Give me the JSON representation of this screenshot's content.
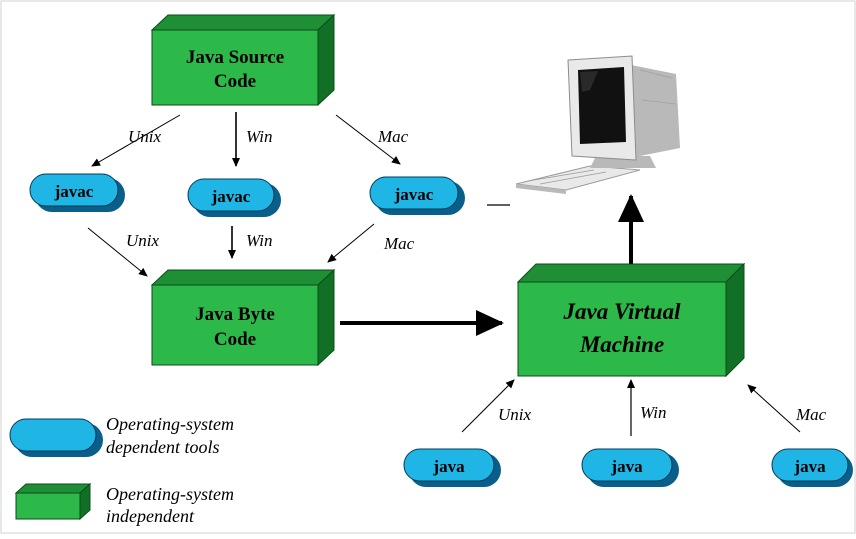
{
  "colors": {
    "box_front": "#2db84a",
    "box_top": "#1e8f35",
    "box_side": "#127026",
    "pill_fill": "#1fb6e6",
    "pill_shadow": "#0a5f8a",
    "arrow": "#000000",
    "monitor_body": "#e9e9e9",
    "monitor_shade": "#b9b9b9"
  },
  "boxes": {
    "source": {
      "line1": "Java Source",
      "line2": "Code"
    },
    "bytecode": {
      "line1": "Java Byte",
      "line2": "Code"
    },
    "jvm": {
      "line1": "Java Virtual",
      "line2": "Machine"
    }
  },
  "compilers": {
    "label": "javac",
    "os": [
      "Unix",
      "Win",
      "Mac"
    ]
  },
  "bytecode_arrows": {
    "os": [
      "Unix",
      "Win",
      "Mac"
    ]
  },
  "runtimes": {
    "label": "java",
    "os": [
      "Unix",
      "Win",
      "Mac"
    ]
  },
  "legend": {
    "dependent_line1": "Operating-system",
    "dependent_line2": "dependent tools",
    "independent_line1": "Operating-system",
    "independent_line2": "independent"
  },
  "icons": {
    "computer": "desktop-computer-icon"
  }
}
